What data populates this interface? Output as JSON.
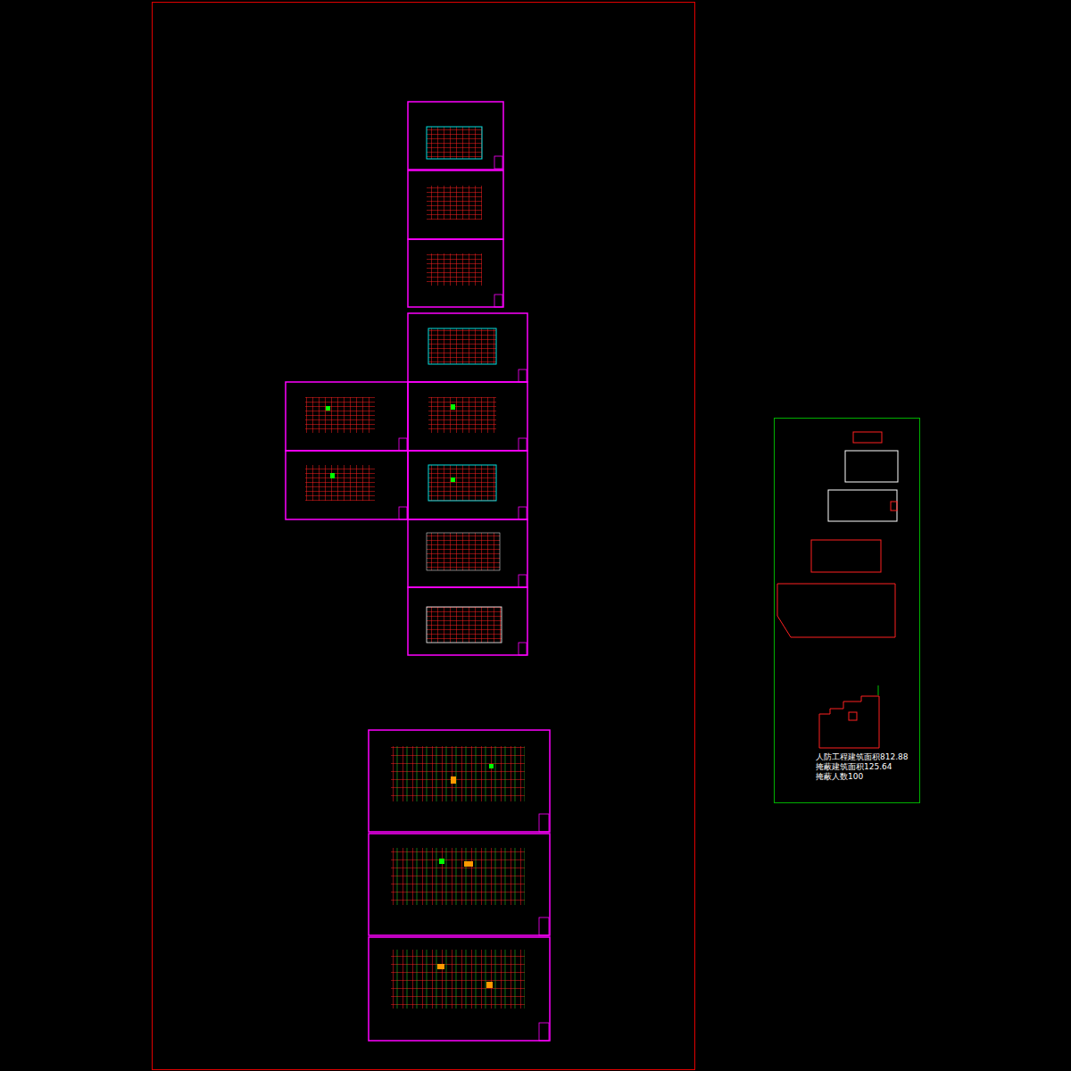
{
  "diagram": {
    "nodes": [
      {
        "text": [
          "人防工程建筑面积812.88",
          "掩蔽建筑面积125.64",
          "掩蔽人数100"
        ]
      }
    ]
  }
}
